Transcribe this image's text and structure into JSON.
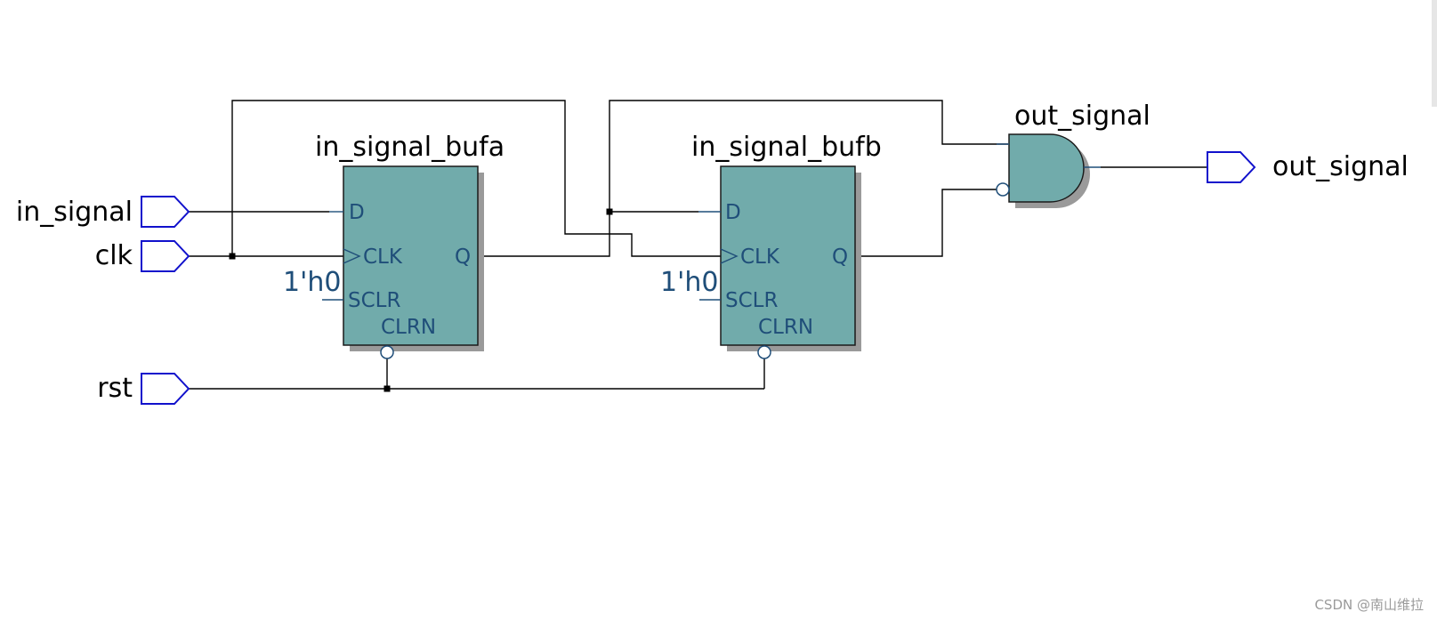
{
  "ports": {
    "in_signal": "in_signal",
    "clk": "clk",
    "rst": "rst",
    "out_signal": "out_signal"
  },
  "blocks": {
    "bufa": {
      "title": "in_signal_bufa",
      "pin_d": "D",
      "pin_clk": "CLK",
      "pin_q": "Q",
      "pin_sclr": "SCLR",
      "pin_clrn": "CLRN",
      "sclr_const": "1'h0"
    },
    "bufb": {
      "title": "in_signal_bufb",
      "pin_d": "D",
      "pin_clk": "CLK",
      "pin_q": "Q",
      "pin_sclr": "SCLR",
      "pin_clrn": "CLRN",
      "sclr_const": "1'h0"
    }
  },
  "gate": {
    "title": "out_signal"
  },
  "watermark": "CSDN @南山维拉",
  "colors": {
    "block_fill": "#71abab",
    "port_outline": "#1111cc",
    "pin_text": "#1f4e79",
    "wire": "#000000"
  }
}
